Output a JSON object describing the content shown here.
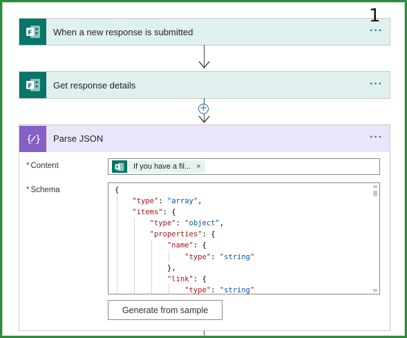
{
  "annotation": {
    "number": "1"
  },
  "colors": {
    "forms_teal": "#077568",
    "parse_purple": "#8661c5",
    "card_bg": "#dff0ee",
    "parse_header_bg": "#ebe5f9",
    "frame_green": "#2f8a3a",
    "link_blue": "#1f6bbd"
  },
  "steps": [
    {
      "title": "When a new response is submitted",
      "icon": "forms-icon",
      "more": "···"
    },
    {
      "title": "Get response details",
      "icon": "forms-icon",
      "more": "···"
    }
  ],
  "parse_json": {
    "title": "Parse JSON",
    "icon": "expression-icon",
    "more": "···",
    "content_label": "Content",
    "schema_label": "Schema",
    "required_mark": "*",
    "content_token": {
      "text": "If you have a fil...",
      "remove": "×",
      "icon": "forms-icon"
    },
    "schema_lines": [
      "{",
      "    \"type\": \"array\",",
      "    \"items\": {",
      "        \"type\": \"object\",",
      "        \"properties\": {",
      "            \"name\": {",
      "                \"type\": \"string\"",
      "            },",
      "            \"link\": {",
      "                \"type\": \"string\""
    ],
    "generate_button": "Generate from sample"
  },
  "insert_step": {
    "icon": "plus-icon",
    "symbol": "+"
  }
}
